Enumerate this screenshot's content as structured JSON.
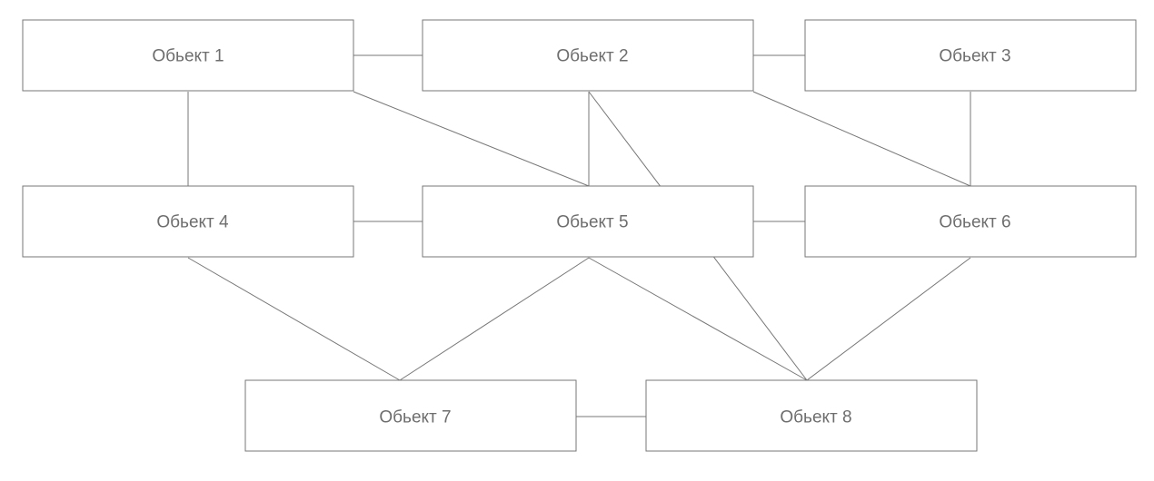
{
  "diagram": {
    "nodes": [
      {
        "id": "n1",
        "label": "Обьект 1"
      },
      {
        "id": "n2",
        "label": "Обьект 2"
      },
      {
        "id": "n3",
        "label": "Обьект 3"
      },
      {
        "id": "n4",
        "label": "Обьект 4"
      },
      {
        "id": "n5",
        "label": "Обьект 5"
      },
      {
        "id": "n6",
        "label": "Обьект 6"
      },
      {
        "id": "n7",
        "label": "Обьект 7"
      },
      {
        "id": "n8",
        "label": "Обьект 8"
      }
    ],
    "edges": [
      {
        "from": "n1",
        "to": "n2"
      },
      {
        "from": "n2",
        "to": "n3"
      },
      {
        "from": "n1",
        "to": "n4"
      },
      {
        "from": "n1",
        "to": "n5"
      },
      {
        "from": "n2",
        "to": "n5"
      },
      {
        "from": "n2",
        "to": "n6"
      },
      {
        "from": "n3",
        "to": "n6"
      },
      {
        "from": "n2",
        "to": "n8"
      },
      {
        "from": "n4",
        "to": "n5"
      },
      {
        "from": "n5",
        "to": "n6"
      },
      {
        "from": "n4",
        "to": "n7"
      },
      {
        "from": "n5",
        "to": "n7"
      },
      {
        "from": "n5",
        "to": "n8"
      },
      {
        "from": "n6",
        "to": "n8"
      },
      {
        "from": "n7",
        "to": "n8"
      }
    ],
    "colors": {
      "stroke": "#777777",
      "text": "#6e6e6e",
      "background": "#ffffff"
    }
  }
}
